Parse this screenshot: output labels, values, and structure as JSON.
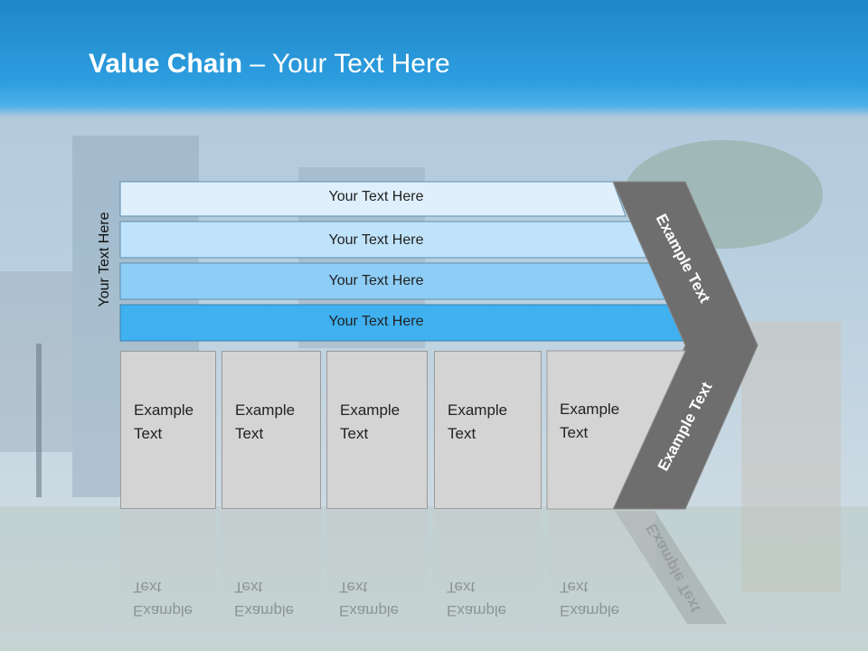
{
  "title": {
    "bold": "Value Chain",
    "rest": " – Your Text Here"
  },
  "vertical_label": "Your Text Here",
  "bars": [
    {
      "label": "Your Text Here",
      "color": "#dff0fc"
    },
    {
      "label": "Your Text Here",
      "color": "#bfe3fa"
    },
    {
      "label": "Your Text Here",
      "color": "#8dcdf6"
    },
    {
      "label": "Your Text Here",
      "color": "#3fb0f0"
    }
  ],
  "boxes": [
    {
      "line1": "Example",
      "line2": "Text"
    },
    {
      "line1": "Example",
      "line2": "Text"
    },
    {
      "line1": "Example",
      "line2": "Text"
    },
    {
      "line1": "Example",
      "line2": "Text"
    },
    {
      "line1": "Example",
      "line2": "Text"
    }
  ],
  "chevron": {
    "upper": "Example Text",
    "lower": "Example Text",
    "color": "#6e6e6e"
  }
}
